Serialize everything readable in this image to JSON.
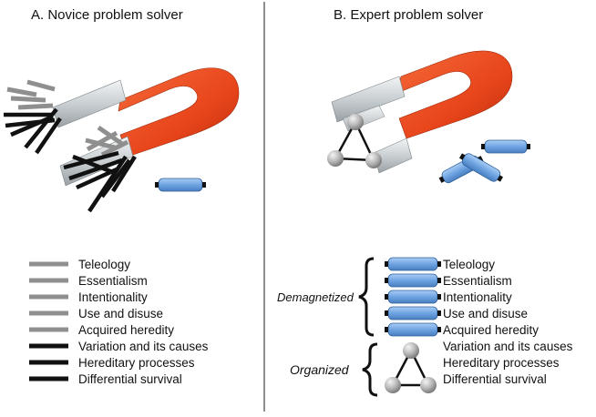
{
  "panels": {
    "novice": {
      "title": "A. Novice problem solver"
    },
    "expert": {
      "title": "B. Expert problem solver"
    }
  },
  "concepts": [
    {
      "label": "Teleology",
      "kind": "naive"
    },
    {
      "label": "Essentialism",
      "kind": "naive"
    },
    {
      "label": "Intentionality",
      "kind": "naive"
    },
    {
      "label": "Use and disuse",
      "kind": "naive"
    },
    {
      "label": "Acquired heredity",
      "kind": "naive"
    },
    {
      "label": "Variation and its causes",
      "kind": "key"
    },
    {
      "label": "Hereditary processes",
      "kind": "key"
    },
    {
      "label": "Differential survival",
      "kind": "key"
    }
  ],
  "groups": {
    "demagnetized": "Demagnetized",
    "organized": "Organized"
  },
  "colors": {
    "magnet_red": "#ee4a1c",
    "magnet_pole": "#c9cfd2",
    "naive_bar": "#8f8f8f",
    "key_bar": "#111111",
    "capsule_blue": "#7aaee6",
    "divider": "#444444"
  },
  "icons": [
    "horseshoe-magnet-icon",
    "capsule-icon",
    "atom-triangle-icon"
  ]
}
